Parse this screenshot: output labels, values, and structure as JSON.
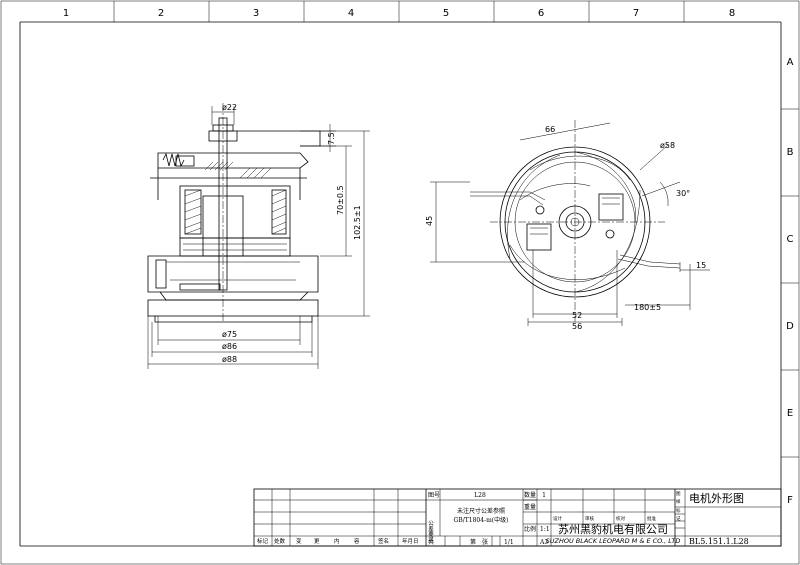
{
  "grid": {
    "columns": [
      "1",
      "2",
      "3",
      "4",
      "5",
      "6",
      "7",
      "8"
    ],
    "rows": [
      "A",
      "B",
      "C",
      "D",
      "E",
      "F"
    ]
  },
  "dimensions": {
    "side_view": {
      "shaft_dia": "ø22",
      "top_offset": "7.5",
      "body_height": "70±0.5",
      "total_height": "102.5±1",
      "dia_75": "ø75",
      "dia_86": "ø86",
      "dia_88": "ø88"
    },
    "top_view": {
      "width_66": "66",
      "dia_58": "ø58",
      "angle": "30°",
      "height_45": "45",
      "width_52": "52",
      "width_56": "56",
      "lead_length": "180±5",
      "lead_15": "15"
    }
  },
  "title_block": {
    "drawing_no_label": "图号",
    "drawing_no": "L28",
    "quantity_label": "数量",
    "quantity": "1",
    "weight_label": "重量",
    "tolerance_side_label": "公差要求",
    "tolerance_note_1": "未注尺寸公差参照",
    "tolerance_note_2": "GB/T1804-m(中级)",
    "scale_label": "比例",
    "scale": "1:1",
    "format_label": "A3",
    "company_cn": "苏州黑豹机电有限公司",
    "company_en": "SUZHOU BLACK LEOPARD M & E CO., LTD",
    "title": "电机外形图",
    "part_number": "BL5.151.1.L28",
    "sheet_label": "第",
    "sheet_total_label": "张",
    "total_label": "共",
    "sheet": "1/1",
    "bottom_labels": [
      "标记",
      "处数",
      "变",
      "更",
      "内",
      "容",
      "签名",
      "年月日"
    ],
    "sig_labels": [
      "设计",
      "审核",
      "校对",
      "批准"
    ],
    "side_labels": [
      "图",
      "样",
      "标",
      "记"
    ]
  }
}
